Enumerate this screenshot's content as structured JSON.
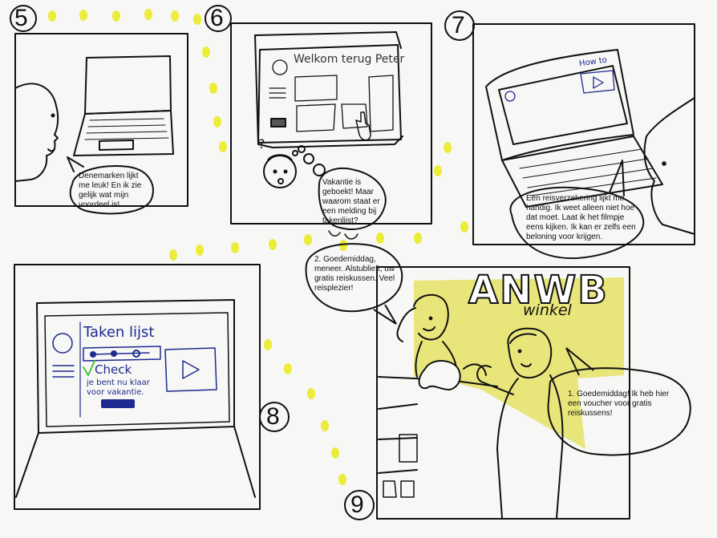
{
  "panels": [
    {
      "number": "5",
      "speech": "Denemarken lijkt me leuk! En ik zie gelijk wat mijn voordeel is!"
    },
    {
      "number": "6",
      "speech": "Vakantie is geboekt! Maar waarom staat er een melding bij takenlijst?",
      "screen_title": "Welkom terug Peter",
      "thought_mark": "?"
    },
    {
      "number": "7",
      "speech": "Een reisverzekering lijkt me handig. Ik weet alleen niet hoe dat moet. Laat ik het filmpje eens kijken. Ik kan er zelfs een beloning voor krijgen.",
      "screen_label": "How to"
    },
    {
      "number": "8",
      "screen_title": "Taken lijst",
      "check_label": "Check",
      "check_text": "je bent nu klaar voor vakantie."
    },
    {
      "number": "9",
      "speech_employee": "2. Goedemiddag, meneer. Alstublieft, uw gratis reiskussen. Veel reisplezier!",
      "speech_customer": "1. Goedemiddag! Ik heb hier een voucher voor gratis reiskussens!",
      "sign": "ANWB",
      "sign_sub": "winkel"
    }
  ],
  "colors": {
    "yellow": "#ecec3a",
    "ink": "#111111",
    "blue": "#1d2a8f",
    "paper": "#f7f7f5",
    "shop_yellow": "#e8e57a"
  }
}
